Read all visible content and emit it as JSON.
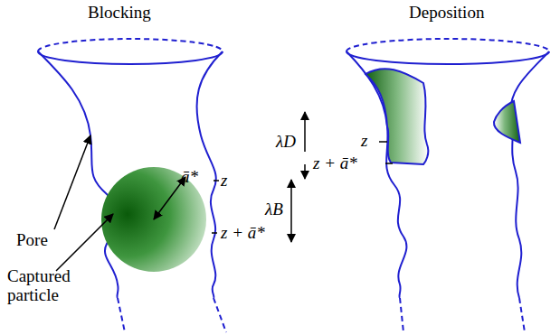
{
  "diagram": {
    "labels": [
      "Blocking",
      "Deposition",
      "ā*",
      "z",
      "z + ā*",
      "λB",
      "Pore",
      "Captured particle",
      "λD",
      "z",
      "z + ā*"
    ]
  }
}
